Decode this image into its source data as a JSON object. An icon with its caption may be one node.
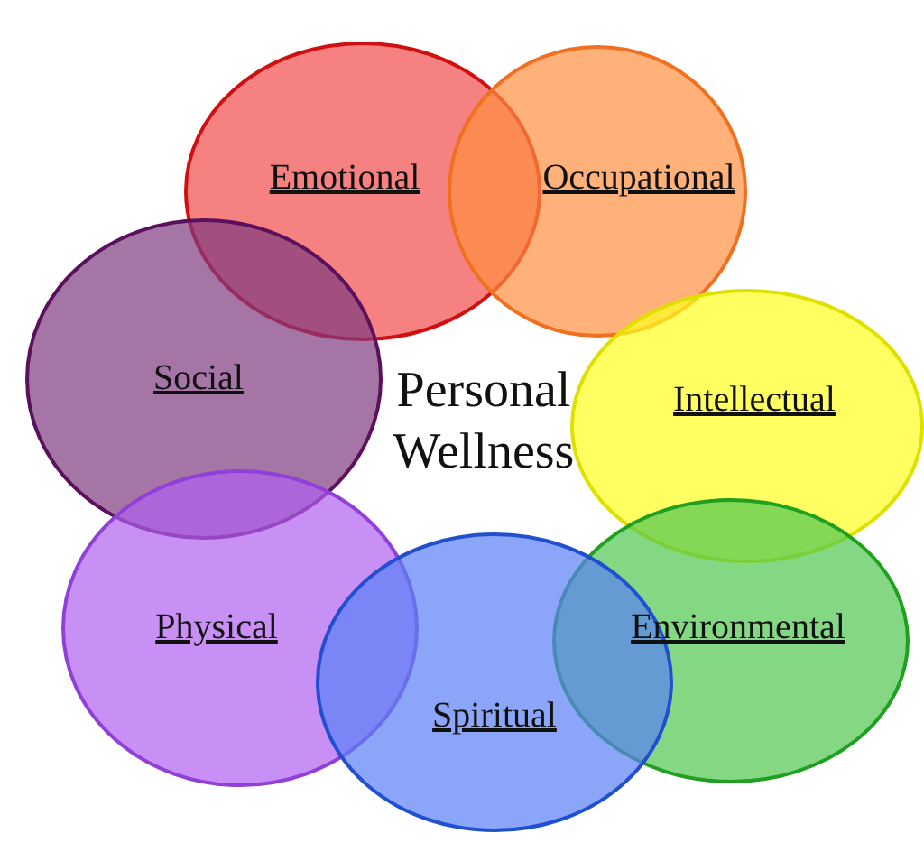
{
  "diagram": {
    "nodes": [
      {
        "text": [
          "Emotional"
        ]
      },
      {
        "text": [
          "Occupational"
        ]
      },
      {
        "text": [
          "Social"
        ]
      },
      {
        "text": [
          "Intellectual"
        ]
      },
      {
        "text": [
          "Physical"
        ]
      },
      {
        "text": [
          "Environmental"
        ]
      },
      {
        "text": [
          "Spiritual"
        ]
      }
    ],
    "labels": [
      "Personal Wellness"
    ]
  }
}
